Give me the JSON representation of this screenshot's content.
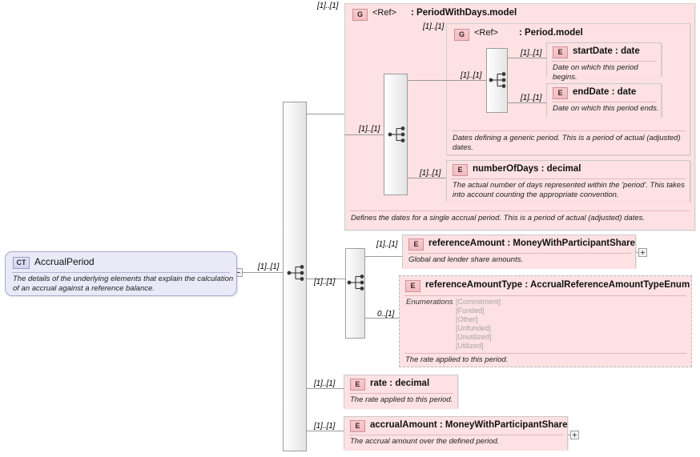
{
  "diagram": {
    "kind": "xsd-schema-diagram",
    "root": {
      "badge": "CT",
      "name": "AccrualPeriod",
      "annotation": "The details of the underlying elements that explain the calculation of an accrual against a reference balance.",
      "expander": "minus",
      "cardinality": "[1]..[1]"
    },
    "groups": {
      "period_with_days": {
        "badge": "G",
        "ref_label": "<Ref>",
        "name": ": PeriodWithDays.model",
        "cardinality": "[1]..[1]",
        "annotation": "Defines the dates for a single accrual period. This is a period of actual (adjusted) dates."
      },
      "period": {
        "badge": "G",
        "ref_label": "<Ref>",
        "name": ": Period.model",
        "cardinality": "[1]..[1]",
        "annotation": "Dates defining a generic period. This is a period of actual (adjusted) dates."
      }
    },
    "elements": {
      "start_date": {
        "badge": "E",
        "name": "startDate  : date",
        "annotation": "Date on which this period begins.",
        "cardinality": "[1]..[1]"
      },
      "end_date": {
        "badge": "E",
        "name": "endDate  : date",
        "annotation": "Date on which this period ends.",
        "cardinality": "[1]..[1]"
      },
      "number_of_days": {
        "badge": "E",
        "name": "numberOfDays : decimal",
        "annotation": "The actual number of days represented within the 'period'. This takes into account counting the appropriate convention.",
        "cardinality": "[1]..[1]"
      },
      "reference_amount": {
        "badge": "E",
        "name": "referenceAmount : MoneyWithParticipantShare",
        "annotation": "Global and lender share amounts.",
        "cardinality": "[1]..[1]",
        "expander": "plus"
      },
      "reference_amount_type": {
        "badge": "E",
        "name": "referenceAmountType : AccrualReferenceAmountTypeEnum",
        "annotation": "The rate applied to this period.",
        "cardinality": "0..[1]",
        "enumerations_label": "Enumerations",
        "enumerations": [
          "[Commitment]",
          "[Funded]",
          "[Other]",
          "[Unfunded]",
          "[Unutilized]",
          "[Utilized]"
        ]
      },
      "rate": {
        "badge": "E",
        "name": "rate          : decimal",
        "annotation": "The rate applied to this period.",
        "cardinality": "[1]..[1]"
      },
      "accrual_amount": {
        "badge": "E",
        "name": "accrualAmount : MoneyWithParticipantShare",
        "annotation": "The accrual amount over the defined period.",
        "cardinality": "[1]..[1]",
        "expander": "plus"
      }
    },
    "compositors": {
      "root_sequence": {
        "type": "sequence",
        "cardinality": "[1]..[1]"
      },
      "inner_sequence": {
        "type": "sequence",
        "cardinality": "[1]..[1]"
      },
      "period_sequence": {
        "type": "sequence",
        "cardinality": "[1]..[1]"
      },
      "amount_sequence": {
        "type": "sequence",
        "cardinality": "[1]..[1]"
      }
    },
    "colors": {
      "panel_pink": "#fde1e3",
      "element_pink": "#fde1e3",
      "ct_lavender": "#e9e9f8",
      "badge_pink": "#f2bcc1",
      "line_gray": "#9a9a9a",
      "enum_gray": "#a9a2a3"
    }
  }
}
